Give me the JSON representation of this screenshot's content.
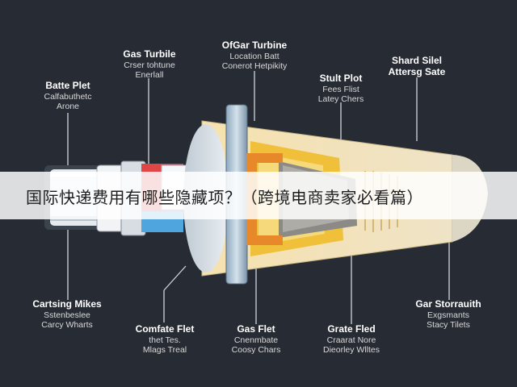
{
  "labels": [
    {
      "id": "gas-turbine",
      "title": "Gas Turbile",
      "lines": [
        "Crser tohtune",
        "Enerlall"
      ]
    },
    {
      "id": "ofgar-turbine",
      "title": "OfGar Turbine",
      "lines": [
        "Location Batt",
        "Conerot Hetpikity"
      ]
    },
    {
      "id": "shard-silel",
      "title": "Shard Silel",
      "lines": [
        "Attersg Sate"
      ]
    },
    {
      "id": "batte-plet",
      "title": "Batte Plet",
      "lines": [
        "Calfabuthetc",
        "Arone"
      ]
    },
    {
      "id": "stult-plot",
      "title": "Stult Plot",
      "lines": [
        "Fees Flist",
        "Latey Chers"
      ]
    },
    {
      "id": "cartsing-mikes",
      "title": "Cartsing Mikes",
      "lines": [
        "Sstenbeslee",
        "Carcy Wharts"
      ]
    },
    {
      "id": "comfate-flet",
      "title": "Comfate Flet",
      "lines": [
        "thet Tes.",
        "Mlags Treal"
      ]
    },
    {
      "id": "gas-flet",
      "title": "Gas Flet",
      "lines": [
        "Cnenmbate",
        "Coosy Chars"
      ]
    },
    {
      "id": "grate-fled",
      "title": "Grate Fled",
      "lines": [
        "Craarat Nore",
        "Dieorley Wlltes"
      ]
    },
    {
      "id": "gar-storrauith",
      "title": "Gar Storrauith",
      "lines": [
        "Exgsmants",
        "Stacy Tilets"
      ]
    }
  ],
  "banner": {
    "text": "国际快递费用有哪些隐藏项？（跨境电商卖家必看篇）"
  }
}
